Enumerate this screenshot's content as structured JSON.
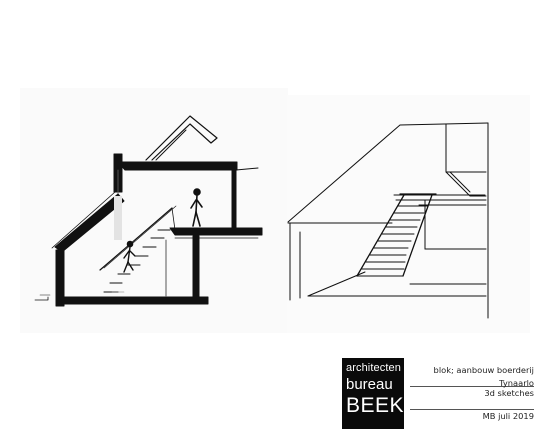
{
  "logo": {
    "line1": "architecten",
    "line2": "bureau",
    "line3": "BEEK",
    "background": "#0a0a0a",
    "text_color": "#ffffff"
  },
  "info": {
    "project": "blok; aanbouw boerderij Tynaarlo",
    "subject": "3d sketches",
    "author_date": "MB juli 2019"
  },
  "sketches": [
    {
      "name": "section-sketch",
      "description": "hand-drawn building section with stair and figures"
    },
    {
      "name": "perspective-sketch",
      "description": "hand-drawn interior perspective with stair"
    }
  ]
}
